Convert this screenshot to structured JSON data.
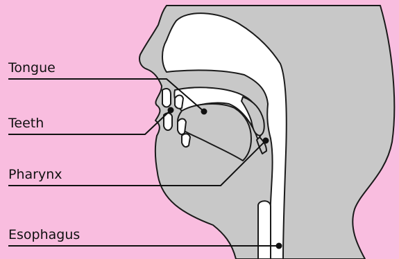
{
  "colors": {
    "background": "#f9bddf",
    "tissue": "#c8c8c8",
    "cavity": "#ffffff",
    "outline": "#1a1a1a"
  },
  "labels": {
    "tongue": "Tongue",
    "teeth": "Teeth",
    "pharynx": "Pharynx",
    "esophagus": "Esophagus"
  }
}
